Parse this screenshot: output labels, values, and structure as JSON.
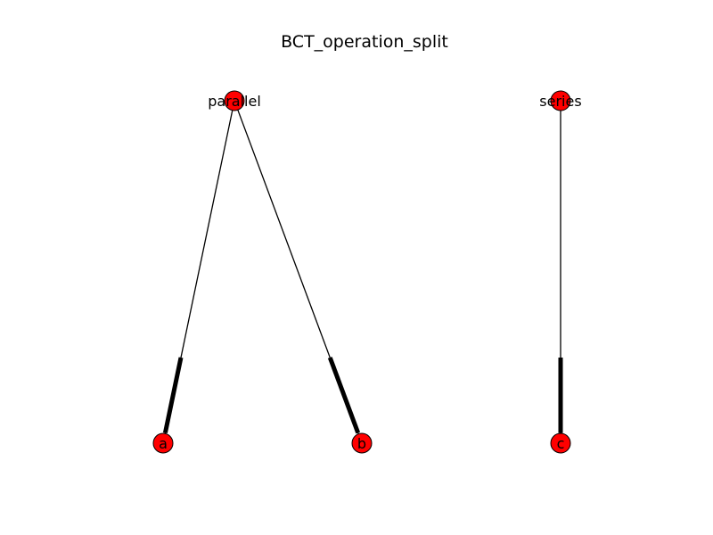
{
  "title": "BCT_operation_split",
  "colors": {
    "node_fill": "#ff0000",
    "node_stroke": "#000000",
    "edge": "#000000",
    "background": "#ffffff"
  },
  "nodes": [
    {
      "id": "parallel",
      "label": "parallel"
    },
    {
      "id": "series",
      "label": "series"
    },
    {
      "id": "a",
      "label": "a"
    },
    {
      "id": "b",
      "label": "b"
    },
    {
      "id": "c",
      "label": "c"
    }
  ],
  "edges": [
    {
      "from": "parallel",
      "to": "a",
      "directed": true
    },
    {
      "from": "parallel",
      "to": "b",
      "directed": true
    },
    {
      "from": "series",
      "to": "c",
      "directed": true
    }
  ]
}
